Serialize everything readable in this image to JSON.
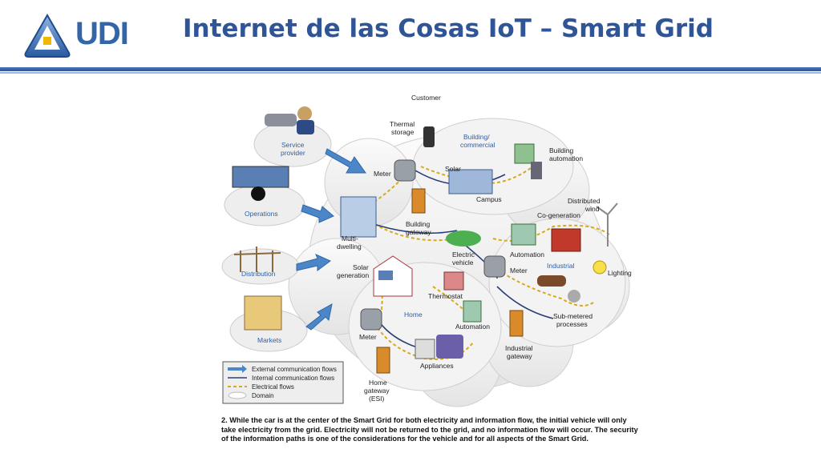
{
  "header": {
    "logo_text": "UDI",
    "title": "Internet de las Cosas IoT – Smart Grid"
  },
  "diagram": {
    "domain_labels": {
      "customer": "Customer",
      "building_commercial_1": "Building/",
      "building_commercial_2": "commercial",
      "industrial": "Industrial",
      "home": "Home"
    },
    "external_labels": {
      "service_provider_1": "Service",
      "service_provider_2": "provider",
      "operations": "Operations",
      "distribution": "Distribution",
      "markets": "Markets"
    },
    "node_labels": {
      "thermal_storage_1": "Thermal",
      "thermal_storage_2": "storage",
      "meter_top": "Meter",
      "solar": "Solar",
      "campus": "Campus",
      "building_automation_1": "Building",
      "building_automation_2": "automation",
      "building_gateway_1": "Building",
      "building_gateway_2": "gateway",
      "multi_dwelling_1": "Multi-",
      "multi_dwelling_2": "dwelling",
      "distributed_wind_1": "Distributed",
      "distributed_wind_2": "wind",
      "co_generation": "Co-generation",
      "electric_vehicle_1": "Electric",
      "electric_vehicle_2": "vehicle",
      "automation_industrial": "Automation",
      "solar_generation_1": "Solar",
      "solar_generation_2": "generation",
      "meter_industrial": "Meter",
      "lighting": "Lighting",
      "thermostat": "Thermostat",
      "sub_metered_1": "Sub-metered",
      "sub_metered_2": "processes",
      "automation_home": "Automation",
      "meter_home": "Meter",
      "industrial_gateway_1": "Industrial",
      "industrial_gateway_2": "gateway",
      "appliances": "Appliances",
      "home_gateway_1": "Home",
      "home_gateway_2": "gateway",
      "home_gateway_3": "(ESI)"
    },
    "legend": [
      "External communication flows",
      "Internal communication flows",
      "Electrical flows",
      "Domain"
    ]
  },
  "caption": "2. While the car is at the center of the Smart Grid for both electricity and information flow, the initial vehicle will only take electricity from the grid. Electricity will not be returned to the grid, and no information flow will occur. The security of the information paths is one of the considerations for the vehicle and for all aspects of the Smart Grid.",
  "colors": {
    "title_blue": "#2f5597",
    "flow_blue": "#4a86c8",
    "electrical_yellow": "#e6b422"
  }
}
